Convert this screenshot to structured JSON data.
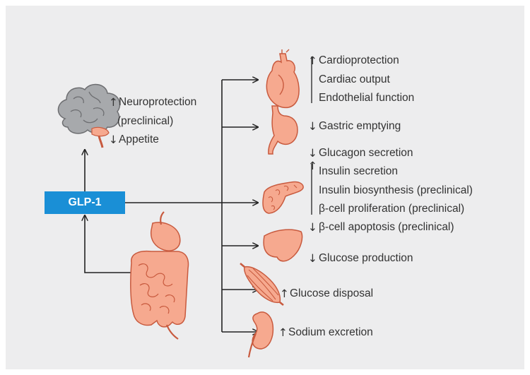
{
  "center_label": "GLP-1",
  "brain": {
    "up": "↑",
    "line1": "Neuroprotection",
    "line2": "(preclinical)",
    "down": "↓",
    "line3": "Appetite"
  },
  "heart": {
    "arrow": "↑",
    "line1": "Cardioprotection",
    "line2": "Cardiac output",
    "line3": "Endothelial function"
  },
  "stomach": {
    "arrow": "↓",
    "text": "Gastric emptying"
  },
  "pancreas": {
    "down1": "↓",
    "line1": "Glucagon secretion",
    "up": "↑",
    "line2": "Insulin secretion",
    "line3": "Insulin biosynthesis (preclinical)",
    "line4": "β-cell proliferation (preclinical)",
    "down2": "↓",
    "line5": "β-cell apoptosis (preclinical)"
  },
  "liver": {
    "arrow": "↓",
    "text": "Glucose production"
  },
  "muscle": {
    "arrow": "↑",
    "text": "Glucose disposal"
  },
  "kidney": {
    "arrow": "↑",
    "text": "Sodium excretion"
  },
  "colors": {
    "organ_fill": "#f6a98f",
    "organ_stroke": "#c85a3e",
    "brain_fill": "#a7a9ac",
    "glp1_box": "#1a8fd6",
    "panel": "#ededee"
  }
}
